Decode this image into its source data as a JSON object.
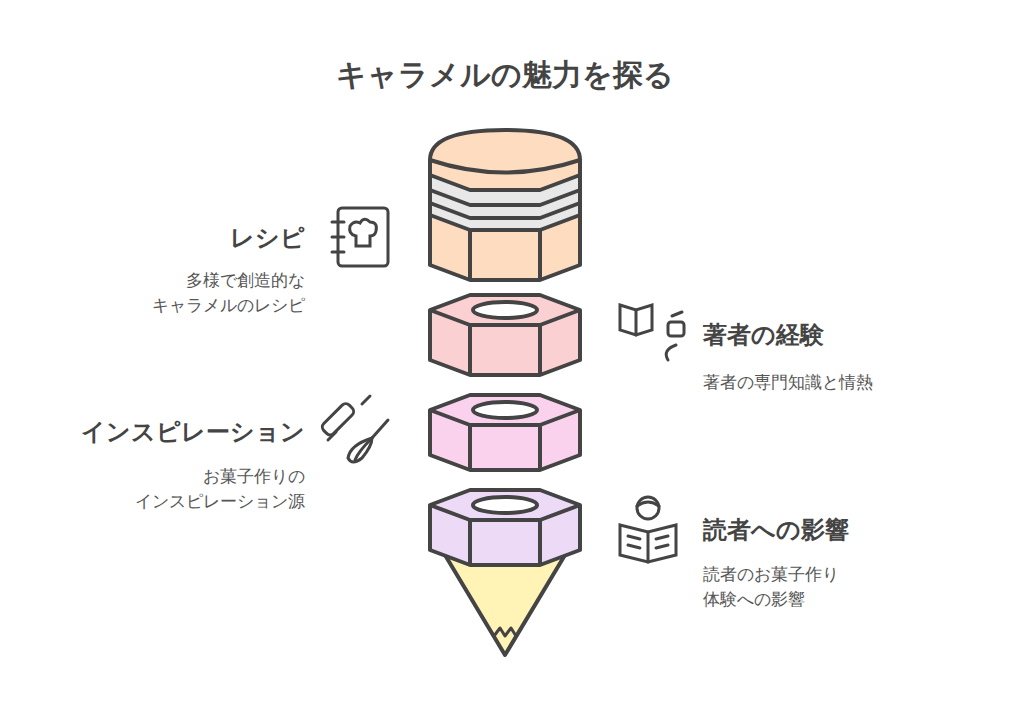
{
  "diagram": {
    "title": "キャラメルの魅力を探る",
    "labels": [
      "レシピ",
      "多様で創造的な キャラメルのレシピ",
      "著者の経験",
      "著者の専門知識と情熱",
      "インスピレーション",
      "お菓子作りの インスピレーション源",
      "読者への影響",
      "読者のお菓子作り 体験への影響"
    ]
  }
}
